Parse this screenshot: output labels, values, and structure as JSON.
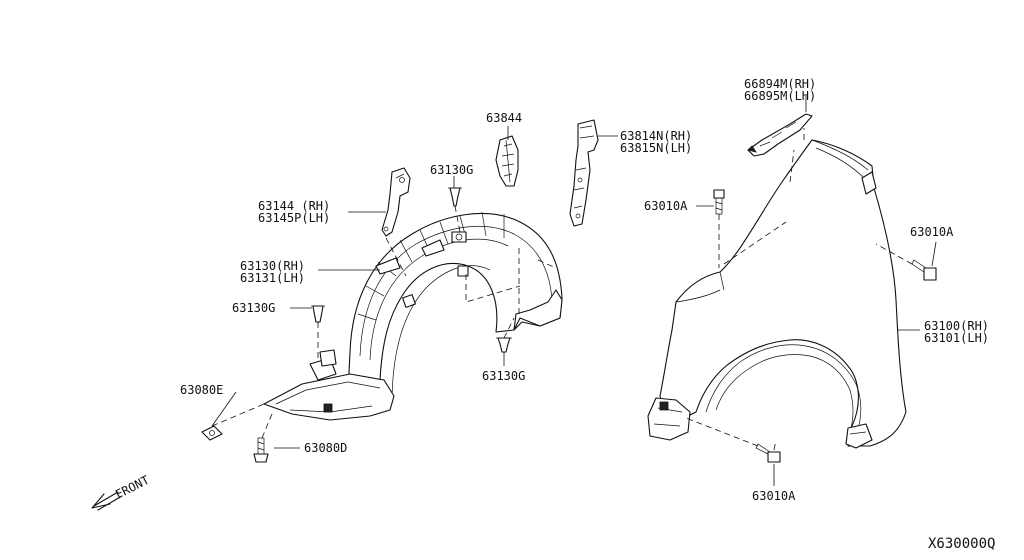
{
  "diagram_id": "X630000Q",
  "direction_label": "FRONT",
  "callouts": [
    {
      "key": "c63844",
      "lines": [
        "63844"
      ]
    },
    {
      "key": "c63814",
      "lines": [
        "63814N(RH)",
        "63815N(LH)"
      ]
    },
    {
      "key": "c66894",
      "lines": [
        "66894M(RH)",
        "66895M(LH)"
      ]
    },
    {
      "key": "c63130g_top",
      "lines": [
        "63130G"
      ]
    },
    {
      "key": "c63144",
      "lines": [
        "63144  (RH)",
        "63145P(LH)"
      ]
    },
    {
      "key": "c63130",
      "lines": [
        "63130(RH)",
        "63131(LH)"
      ]
    },
    {
      "key": "c63130g_left",
      "lines": [
        "63130G"
      ]
    },
    {
      "key": "c63130g_bottom",
      "lines": [
        "63130G"
      ]
    },
    {
      "key": "c63080e",
      "lines": [
        "63080E"
      ]
    },
    {
      "key": "c63080d",
      "lines": [
        "63080D"
      ]
    },
    {
      "key": "c63010a_top",
      "lines": [
        "63010A"
      ]
    },
    {
      "key": "c63010a_right",
      "lines": [
        "63010A"
      ]
    },
    {
      "key": "c63100",
      "lines": [
        "63100(RH)",
        "63101(LH)"
      ]
    },
    {
      "key": "c63010a_bottom",
      "lines": [
        "63010A"
      ]
    }
  ]
}
